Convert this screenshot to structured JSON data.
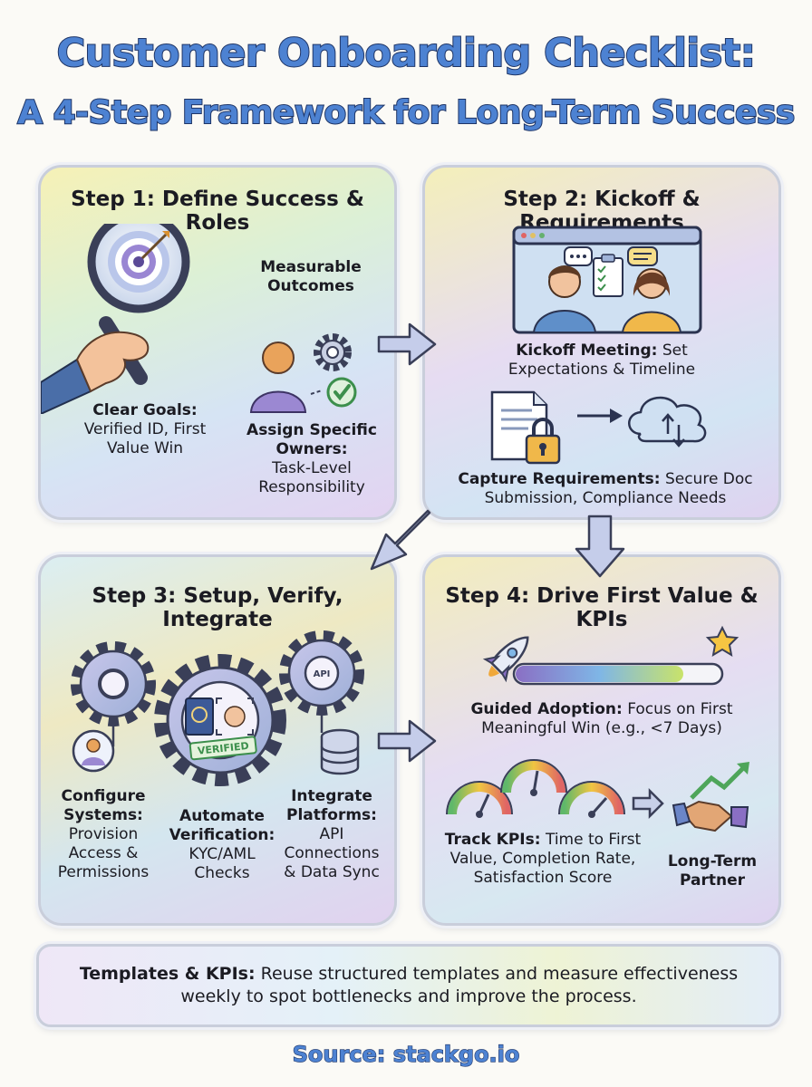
{
  "title": {
    "line1": "Customer Onboarding Checklist:",
    "line2": "A 4-Step Framework for Long-Term Success"
  },
  "steps": [
    {
      "title": "Step 1: Define Success & Roles",
      "measurable": "Measurable Outcomes",
      "goals_label": "Clear Goals:",
      "goals_text": "Verified ID, First Value Win",
      "owners_label": "Assign Specific Owners:",
      "owners_text": "Task-Level Responsibility"
    },
    {
      "title": "Step 2: Kickoff & Requirements",
      "kickoff_label": "Kickoff Meeting:",
      "kickoff_text": "Set Expectations & Timeline",
      "capture_label": "Capture Requirements:",
      "capture_text": "Secure Doc Submission, Compliance Needs"
    },
    {
      "title": "Step 3: Setup, Verify, Integrate",
      "configure_label": "Configure Systems:",
      "configure_text": "Provision Access & Permissions",
      "automate_label": "Automate Verification:",
      "automate_text": "KYC/AML Checks",
      "integrate_label": "Integrate Platforms:",
      "integrate_text": "API Connections & Data Sync",
      "verified_stamp": "VERIFIED",
      "api_label": "API"
    },
    {
      "title": "Step 4: Drive First Value & KPIs",
      "guided_label": "Guided Adoption:",
      "guided_text": "Focus on First Meaningful Win (e.g., <7 Days)",
      "kpi_label": "Track KPIs:",
      "kpi_text": "Time to First Value, Completion Rate, Satisfaction Score",
      "partner_text": "Long-Term Partner",
      "progress": 0.82
    }
  ],
  "banner": {
    "label": "Templates & KPIs:",
    "text": "Reuse structured templates and measure effectiveness weekly to spot bottlenecks and improve the process."
  },
  "source": "Source: stackgo.io",
  "colors": {
    "title_fill": "#4d82d2",
    "title_outline": "#1f3566",
    "accent_purple": "#8a6fc4",
    "accent_green": "#5fb86a"
  }
}
